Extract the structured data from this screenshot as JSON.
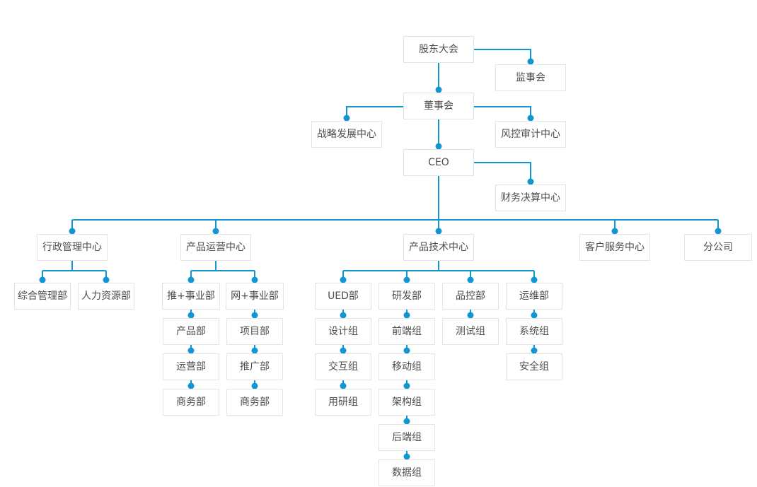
{
  "org": {
    "labels": {
      "shareholders_meeting": "股东大会",
      "supervisory_board": "监事会",
      "board_of_directors": "董事会",
      "strategy_center": "战略发展中心",
      "risk_audit_center": "风控审计中心",
      "ceo": "CEO",
      "finance_center": "财务决算中心",
      "admin_center": "行政管理中心",
      "product_ops_center": "产品运营中心",
      "product_tech_center": "产品技术中心",
      "customer_service_center": "客户服务中心",
      "branch_company": "分公司",
      "general_mgmt_dept": "综合管理部",
      "hr_dept": "人力资源部",
      "tui_division": "推+事业部",
      "wang_division": "网+事业部",
      "product_dept": "产品部",
      "project_dept": "项目部",
      "operations_dept": "运营部",
      "promotion_dept": "推广部",
      "business_dept_a": "商务部",
      "business_dept_b": "商务部",
      "ued_dept": "UED部",
      "rd_dept": "研发部",
      "qc_dept": "品控部",
      "maintenance_dept": "运维部",
      "design_team": "设计组",
      "interaction_team": "交互组",
      "user_research_team": "用研组",
      "frontend_team": "前端组",
      "mobile_team": "移动组",
      "architecture_team": "架构组",
      "backend_team": "后端组",
      "data_team": "数据组",
      "testing_team": "测试组",
      "system_team": "系统组",
      "security_team": "安全组"
    },
    "colors": {
      "connector": "#1196d3",
      "node_border": "#e4e4e4",
      "node_background": "#ffffff",
      "node_text": "#4d4d4d"
    },
    "edges": [
      [
        "shareholders_meeting",
        "supervisory_board"
      ],
      [
        "shareholders_meeting",
        "board_of_directors"
      ],
      [
        "board_of_directors",
        "strategy_center"
      ],
      [
        "board_of_directors",
        "risk_audit_center"
      ],
      [
        "board_of_directors",
        "ceo"
      ],
      [
        "ceo",
        "finance_center"
      ],
      [
        "ceo",
        "admin_center"
      ],
      [
        "ceo",
        "product_ops_center"
      ],
      [
        "ceo",
        "product_tech_center"
      ],
      [
        "ceo",
        "customer_service_center"
      ],
      [
        "ceo",
        "branch_company"
      ],
      [
        "admin_center",
        "general_mgmt_dept"
      ],
      [
        "admin_center",
        "hr_dept"
      ],
      [
        "product_ops_center",
        "tui_division"
      ],
      [
        "product_ops_center",
        "wang_division"
      ],
      [
        "tui_division",
        "product_dept"
      ],
      [
        "product_dept",
        "operations_dept"
      ],
      [
        "operations_dept",
        "business_dept_a"
      ],
      [
        "wang_division",
        "project_dept"
      ],
      [
        "project_dept",
        "promotion_dept"
      ],
      [
        "promotion_dept",
        "business_dept_b"
      ],
      [
        "product_tech_center",
        "ued_dept"
      ],
      [
        "product_tech_center",
        "rd_dept"
      ],
      [
        "product_tech_center",
        "qc_dept"
      ],
      [
        "product_tech_center",
        "maintenance_dept"
      ],
      [
        "ued_dept",
        "design_team"
      ],
      [
        "design_team",
        "interaction_team"
      ],
      [
        "interaction_team",
        "user_research_team"
      ],
      [
        "rd_dept",
        "frontend_team"
      ],
      [
        "frontend_team",
        "mobile_team"
      ],
      [
        "mobile_team",
        "architecture_team"
      ],
      [
        "architecture_team",
        "backend_team"
      ],
      [
        "backend_team",
        "data_team"
      ],
      [
        "qc_dept",
        "testing_team"
      ],
      [
        "maintenance_dept",
        "system_team"
      ],
      [
        "system_team",
        "security_team"
      ]
    ]
  }
}
